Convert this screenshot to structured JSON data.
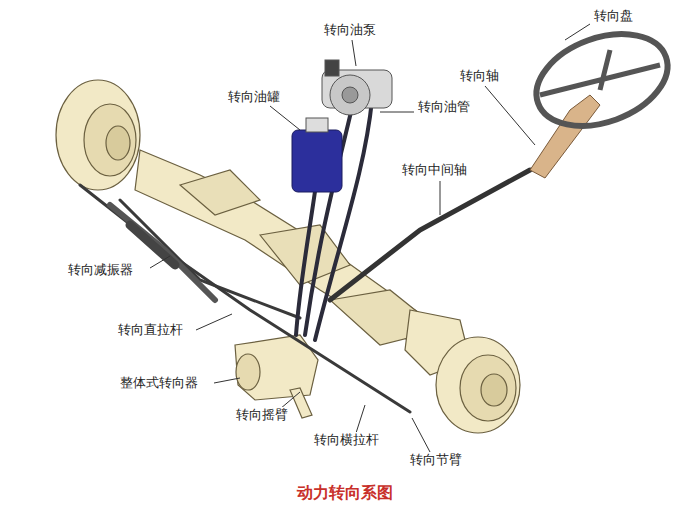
{
  "diagram": {
    "caption": "动力转向系图",
    "labels": [
      "转向盘",
      "转向油泵",
      "转向轴",
      "转向油罐",
      "转向油管",
      "转向中间轴",
      "转向减振器",
      "转向直拉杆",
      "整体式转向器",
      "转向摇臂",
      "转向横拉杆",
      "转向节臂"
    ]
  }
}
